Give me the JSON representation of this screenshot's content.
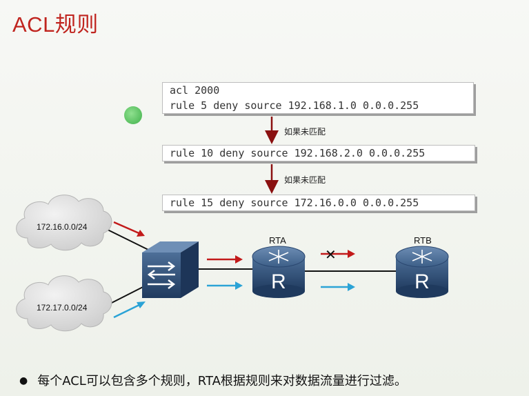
{
  "title": "ACL规则",
  "rules": {
    "line1": "acl 2000",
    "line2": "rule 5 deny source 192.168.1.0 0.0.0.255",
    "line3": "rule 10 deny source 192.168.2.0 0.0.0.255",
    "line4": "rule 15 deny source 172.16.0.0 0.0.0.255"
  },
  "flow": {
    "if_no_match_1": "如果未匹配",
    "if_no_match_2": "如果未匹配"
  },
  "network": {
    "cloud_top": "172.16.0.0/24",
    "cloud_bottom": "172.17.0.0/24",
    "router_a": "RTA",
    "router_b": "RTB",
    "router_glyph": "R",
    "blocked_mark": "✕"
  },
  "footer": {
    "bullet": "●",
    "text": "每个ACL可以包含多个规则，RTA根据规则来对数据流量进行过滤。"
  },
  "colors": {
    "title": "#c0251f",
    "red_arrow": "#c21a1a",
    "blue_arrow": "#2ba3d6",
    "device": "#2f4e74"
  }
}
